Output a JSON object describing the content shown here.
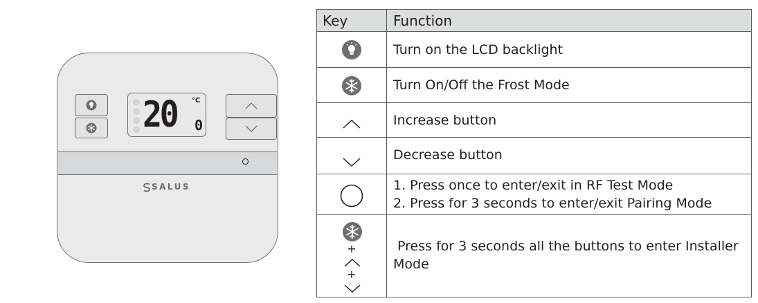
{
  "device": {
    "temperature": "20",
    "temperature_fraction": "0",
    "unit": "°C",
    "brand": "SALUS"
  },
  "table": {
    "headers": {
      "key": "Key",
      "function": "Function"
    },
    "rows": [
      {
        "icon": "light-bulb-icon",
        "function_lines": [
          "Turn on the LCD backlight"
        ]
      },
      {
        "icon": "snowflake-icon",
        "function_lines": [
          "Turn On/Off the Frost Mode"
        ]
      },
      {
        "icon": "chevron-up-icon",
        "function_lines": [
          "Increase button"
        ]
      },
      {
        "icon": "chevron-down-icon",
        "function_lines": [
          "Decrease button"
        ]
      },
      {
        "icon": "circle-icon",
        "function_lines": [
          "1. Press once to enter/exit in RF Test Mode",
          "2. Press for 3 seconds to enter/exit Pairing Mode"
        ]
      },
      {
        "icon": "snowflake-plus-up-plus-down-icon",
        "key_plus_1": "+",
        "key_plus_2": "+",
        "function_lines": [
          " Press for 3 seconds all the buttons to enter Installer",
          "Mode"
        ]
      }
    ]
  },
  "colors": {
    "outline": "#6d6e71",
    "header_bg": "#dcdddd",
    "icon_fill": "#6d6e71",
    "text": "#231f20"
  }
}
